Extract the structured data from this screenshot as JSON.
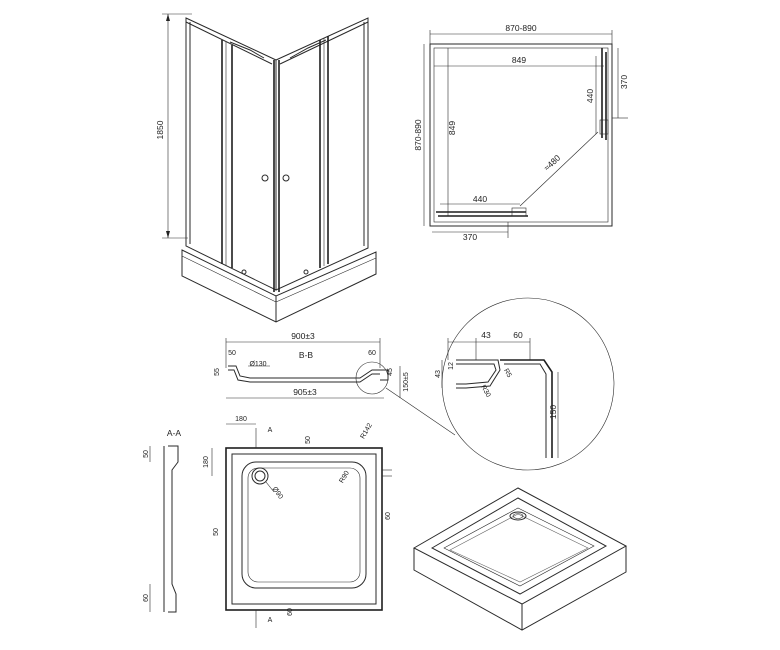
{
  "elevation": {
    "height": "1850"
  },
  "plan": {
    "overall": "870-890",
    "inner": "849",
    "side_overall": "870-890",
    "side_inner": "849",
    "door_len_v": "440",
    "door_off_v": "370",
    "door_len_h": "440",
    "door_off_h": "370",
    "diag": "≈480"
  },
  "section_bb": {
    "top": "900±3",
    "bottom": "905±3",
    "title": "B-B",
    "left_lip": "50",
    "right_lip": "60",
    "drain": "Ø130",
    "height": "150±5",
    "small_left": "55",
    "small_right": "45"
  },
  "detail": {
    "d43": "43",
    "d60": "60",
    "v43": "43",
    "v12": "12",
    "r5": "R5",
    "r30": "R30",
    "h150": "150"
  },
  "section_aa": {
    "title": "A-A",
    "top": "50",
    "bottom": "60"
  },
  "tray_plan": {
    "a_top": "A",
    "a_bottom": "A",
    "d180_top": "180",
    "d180_left": "180",
    "top50": "50",
    "r142": "R142",
    "r90": "R90",
    "drain": "Ø90",
    "left50": "50",
    "right60": "60",
    "bottom60": "60"
  }
}
